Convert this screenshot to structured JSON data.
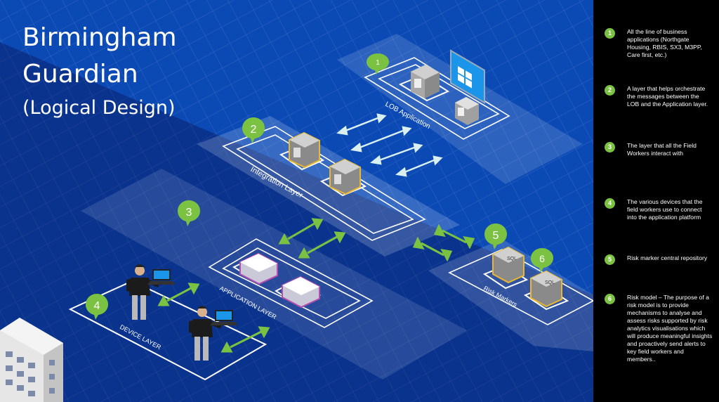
{
  "title": {
    "line1": "Birmingham",
    "line2": "Guardian",
    "line3": "(Logical Design)"
  },
  "layers": {
    "lob": "LOB Application",
    "integration": "Integration Layer",
    "application": "APPLICATION LAYER",
    "device": "DEVICE LAYER",
    "risk": "Risk Markers"
  },
  "badges": [
    "1",
    "2",
    "3",
    "4",
    "5",
    "6"
  ],
  "server_tag": "SQL",
  "sidebar": [
    {
      "number": "1",
      "text": "All the line of business applications (Northgate Housing, RBIS, SX3, M3PP, Care first, etc.)"
    },
    {
      "number": "2",
      "text": "A layer that helps orchestrate the messages between the LOB and the Application layer."
    },
    {
      "number": "3",
      "text": "The layer that all the Field Workers interact with"
    },
    {
      "number": "4",
      "text": "The various devices that the field workers use to connect into the application platform"
    },
    {
      "number": "5",
      "text": "Risk marker central repository"
    },
    {
      "number": "6",
      "text": "Risk model – The purpose of a risk model is to provide mechanisms to analyse and assess risks supported by risk analytics visualisations which will produce meaningful insights and proactively send alerts to key field workers and members.."
    }
  ],
  "colors": {
    "background": "#0b4ab5",
    "accent_green": "#7cc242",
    "sidebar_bg": "#000000",
    "server_outline": "#e8b830"
  },
  "icons": [
    "windows-monitor-icon",
    "server-icon",
    "sql-server-icon",
    "laptop-icon",
    "person-icon",
    "building-icon"
  ]
}
